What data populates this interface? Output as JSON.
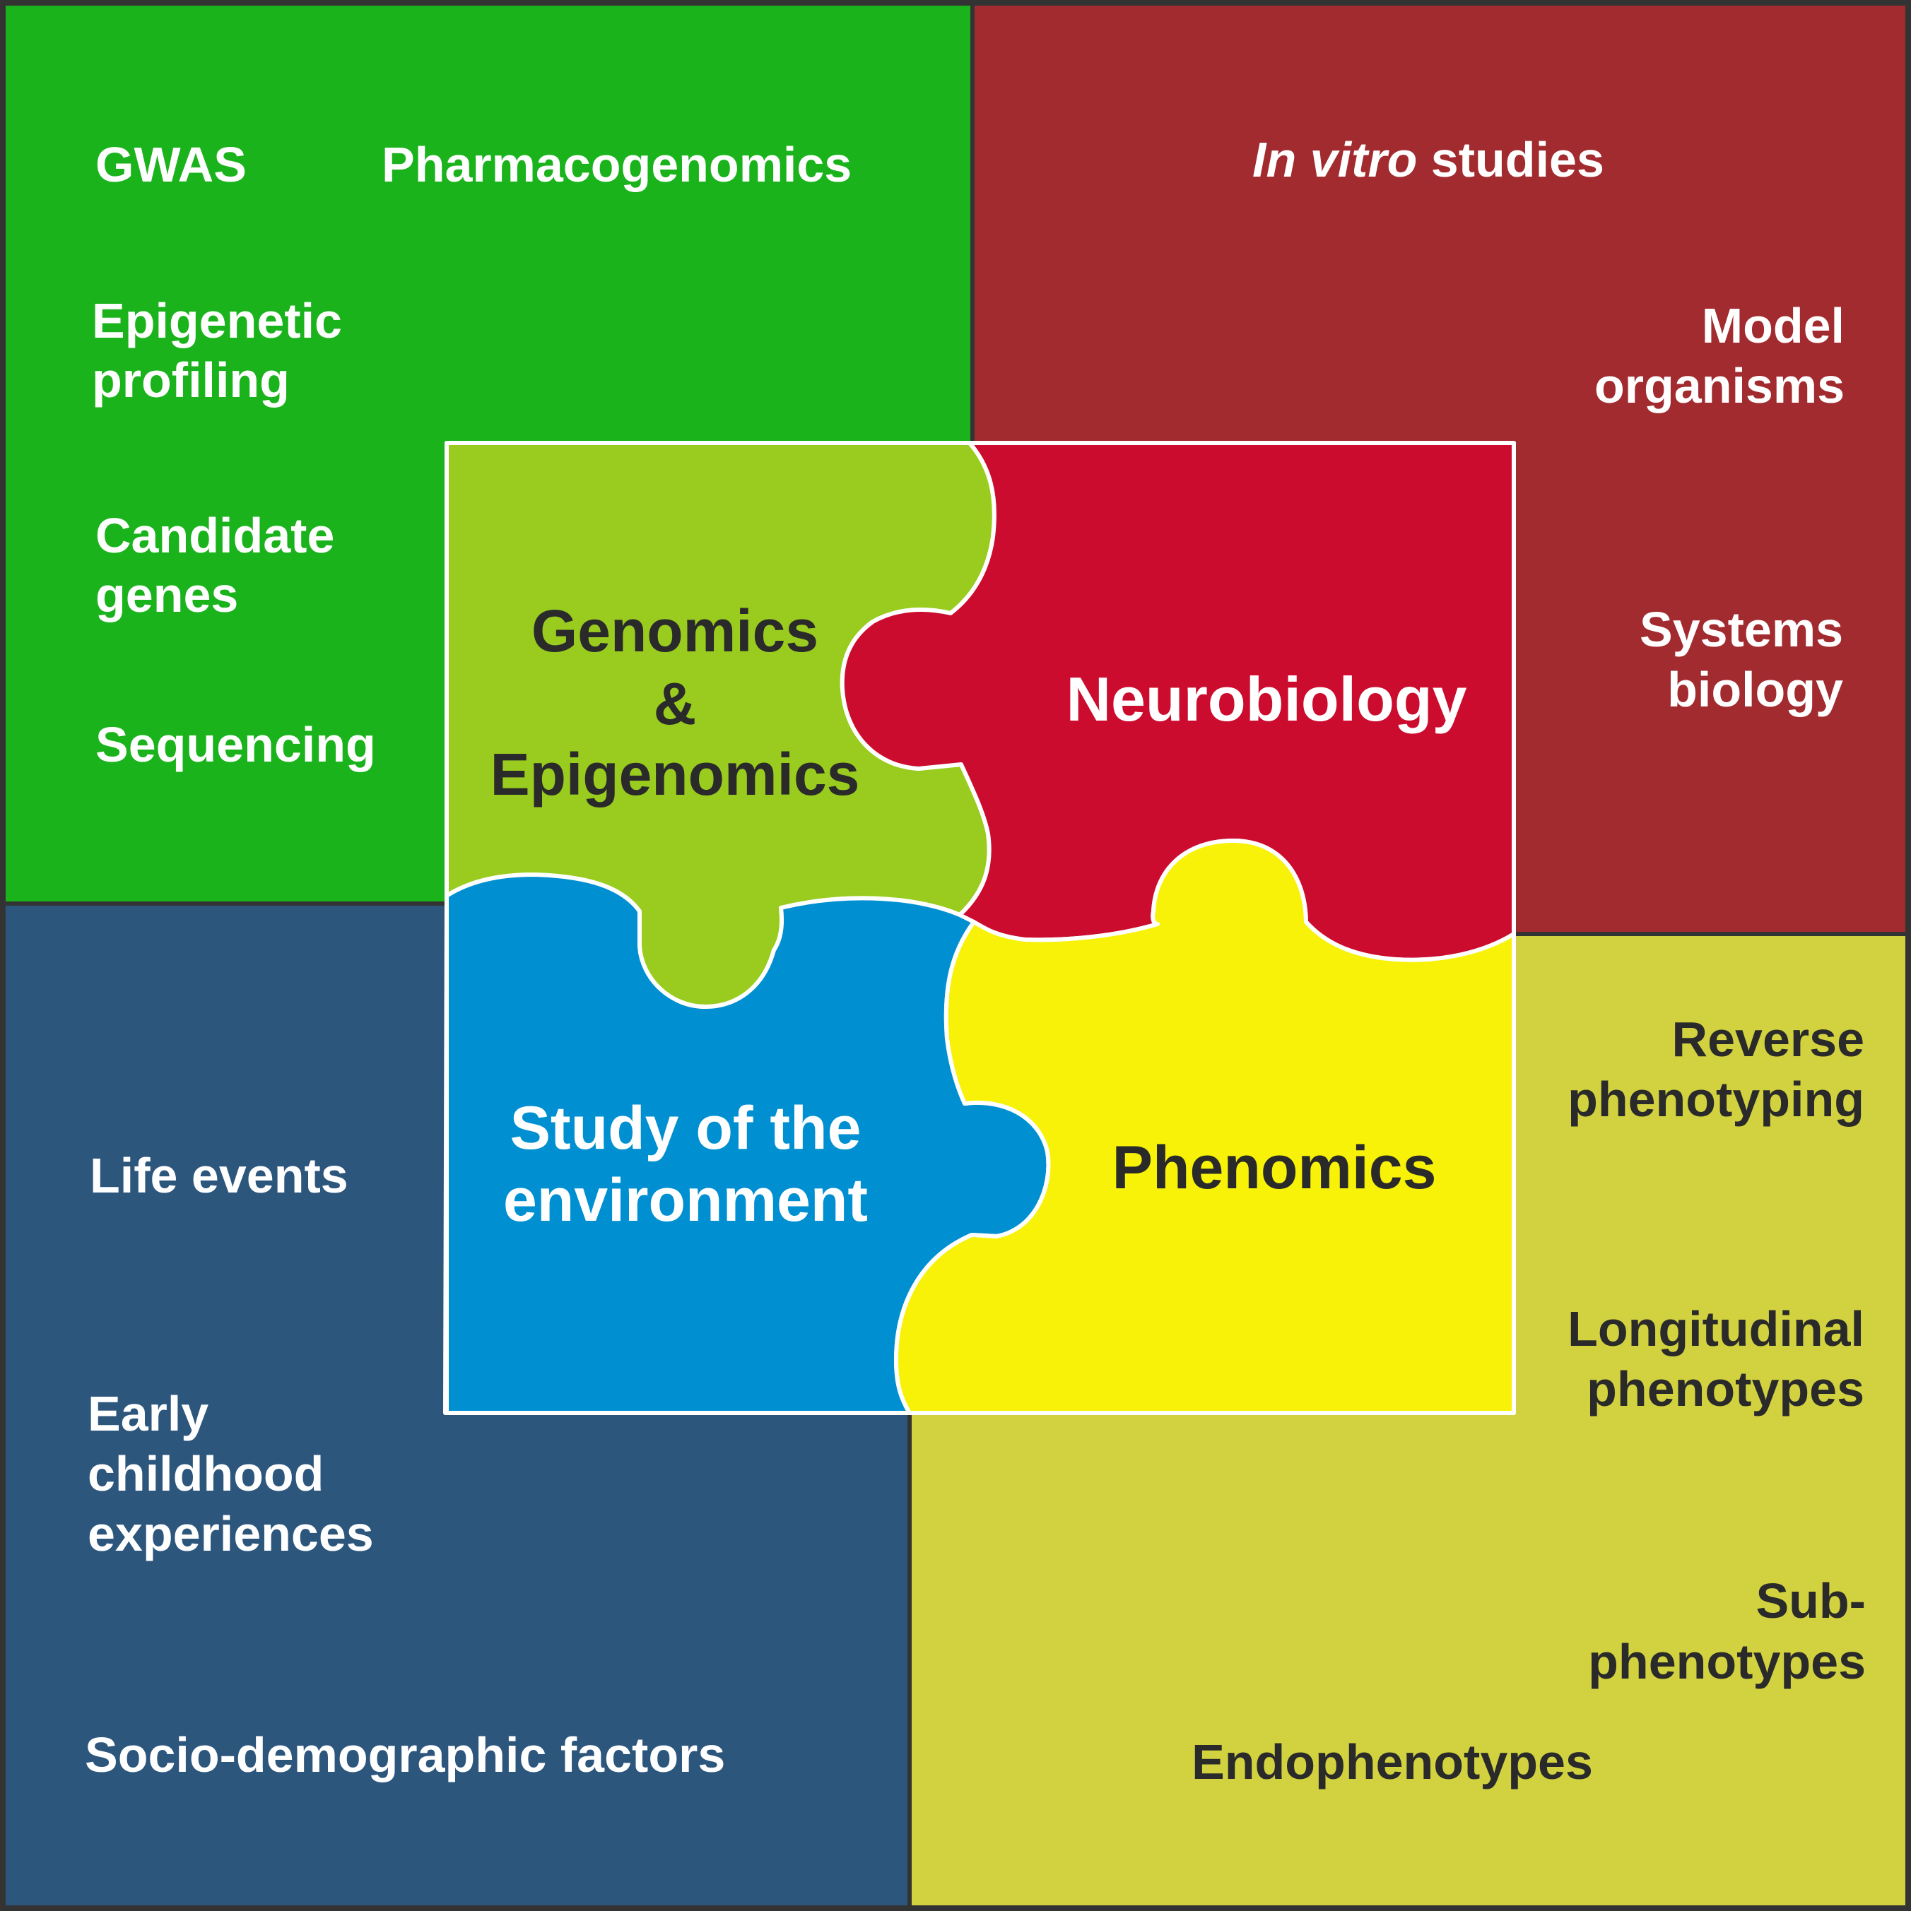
{
  "colors": {
    "genomics_quadrant": "#1ab31c",
    "neurobiology_quadrant": "#a22b2f",
    "environment_quadrant": "#2d567d",
    "phenomics_quadrant": "#d2d240",
    "genomics_piece": "#99cc1f",
    "neurobiology_piece": "#cc0c2e",
    "environment_piece": "#0090d1",
    "phenomics_piece": "#f7f208",
    "border": "#333333",
    "piece_outline": "#ffffff"
  },
  "pieces": {
    "genomics": {
      "line1": "Genomics",
      "line2": "&",
      "line3": "Epigenomics"
    },
    "neurobiology": {
      "label": "Neurobiology"
    },
    "environment": {
      "line1": "Study of the",
      "line2": "environment"
    },
    "phenomics": {
      "label": "Phenomics"
    }
  },
  "genomics_items": {
    "gwas": "GWAS",
    "pharmacogenomics": "Pharmacogenomics",
    "epigenetic_1": "Epigenetic",
    "epigenetic_2": "profiling",
    "candidate_1": "Candidate",
    "candidate_2": "genes",
    "sequencing": "Sequencing"
  },
  "neurobiology_items": {
    "in_vitro_italic": "In vitro",
    "in_vitro_rest": " studies",
    "model_1": "Model",
    "model_2": "organisms",
    "systems_1": "Systems",
    "systems_2": "biology"
  },
  "environment_items": {
    "life_events": "Life events",
    "early_1": "Early",
    "early_2": "childhood",
    "early_3": "experiences",
    "socio": "Socio-demographic factors"
  },
  "phenomics_items": {
    "reverse_1": "Reverse",
    "reverse_2": "phenotyping",
    "longitudinal_1": "Longitudinal",
    "longitudinal_2": "phenotypes",
    "sub_1": "Sub-",
    "sub_2": "phenotypes",
    "endo": "Endophenotypes"
  }
}
